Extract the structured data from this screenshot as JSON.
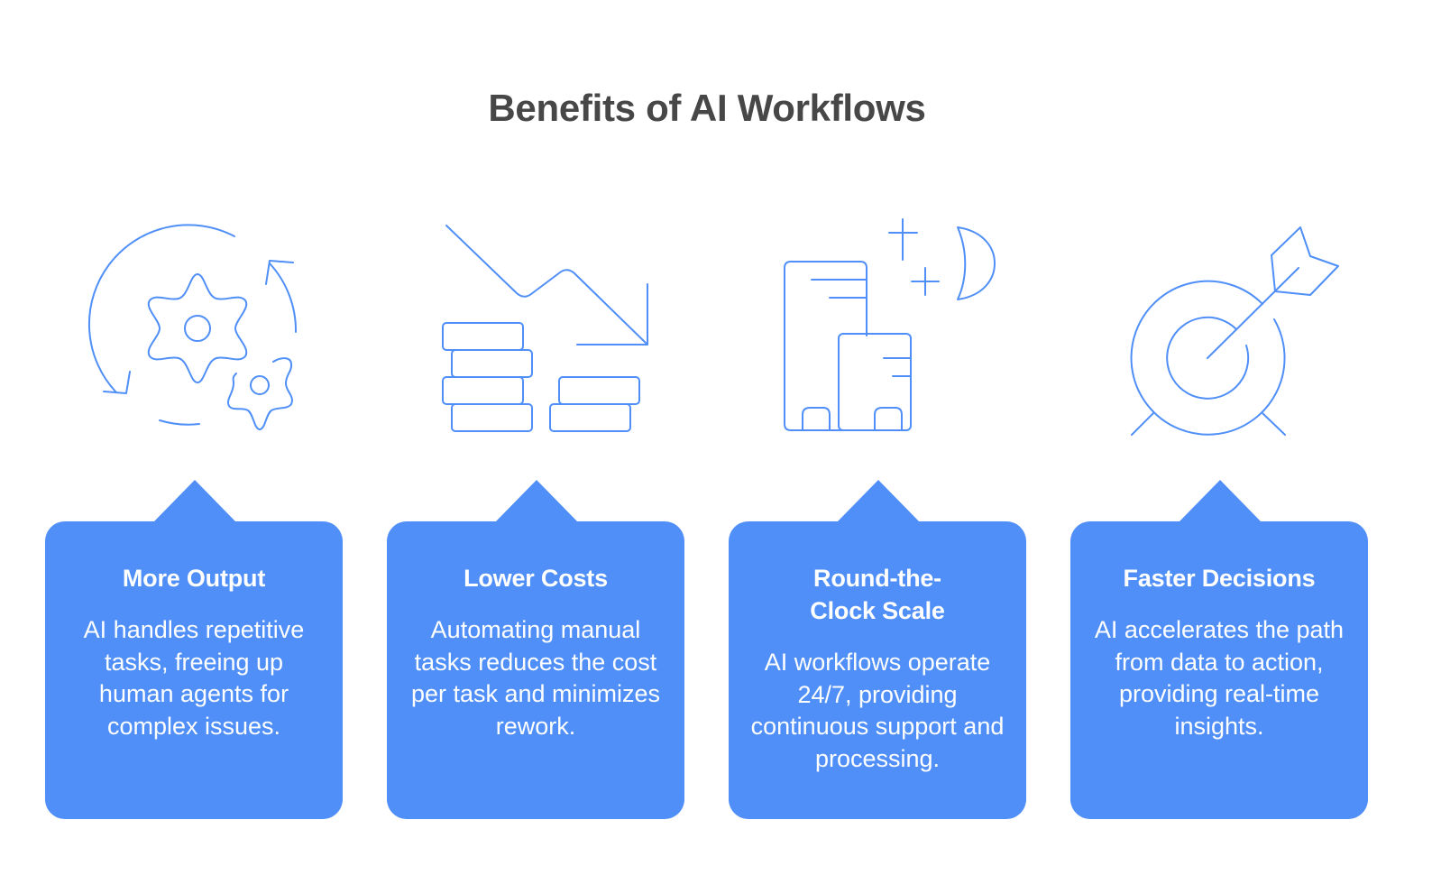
{
  "title": "Benefits of AI Workflows",
  "colors": {
    "accent": "#4f8ff7",
    "title": "#474747",
    "card_text": "#ffffff",
    "background": "#ffffff"
  },
  "benefits": [
    {
      "icon": "gears-cycle-icon",
      "heading": "More Output",
      "description": "AI handles repetitive tasks, freeing up human agents for complex issues."
    },
    {
      "icon": "cost-down-coins-icon",
      "heading": "Lower Costs",
      "description": "Automating manual tasks reduces the cost per task and minimizes rework."
    },
    {
      "icon": "buildings-night-icon",
      "heading": "Round-the-Clock Scale",
      "description": "AI workflows operate 24/7, providing continuous support and processing."
    },
    {
      "icon": "target-arrow-icon",
      "heading": "Faster Decisions",
      "description": "AI accelerates the path from data to action, providing real-time insights."
    }
  ]
}
